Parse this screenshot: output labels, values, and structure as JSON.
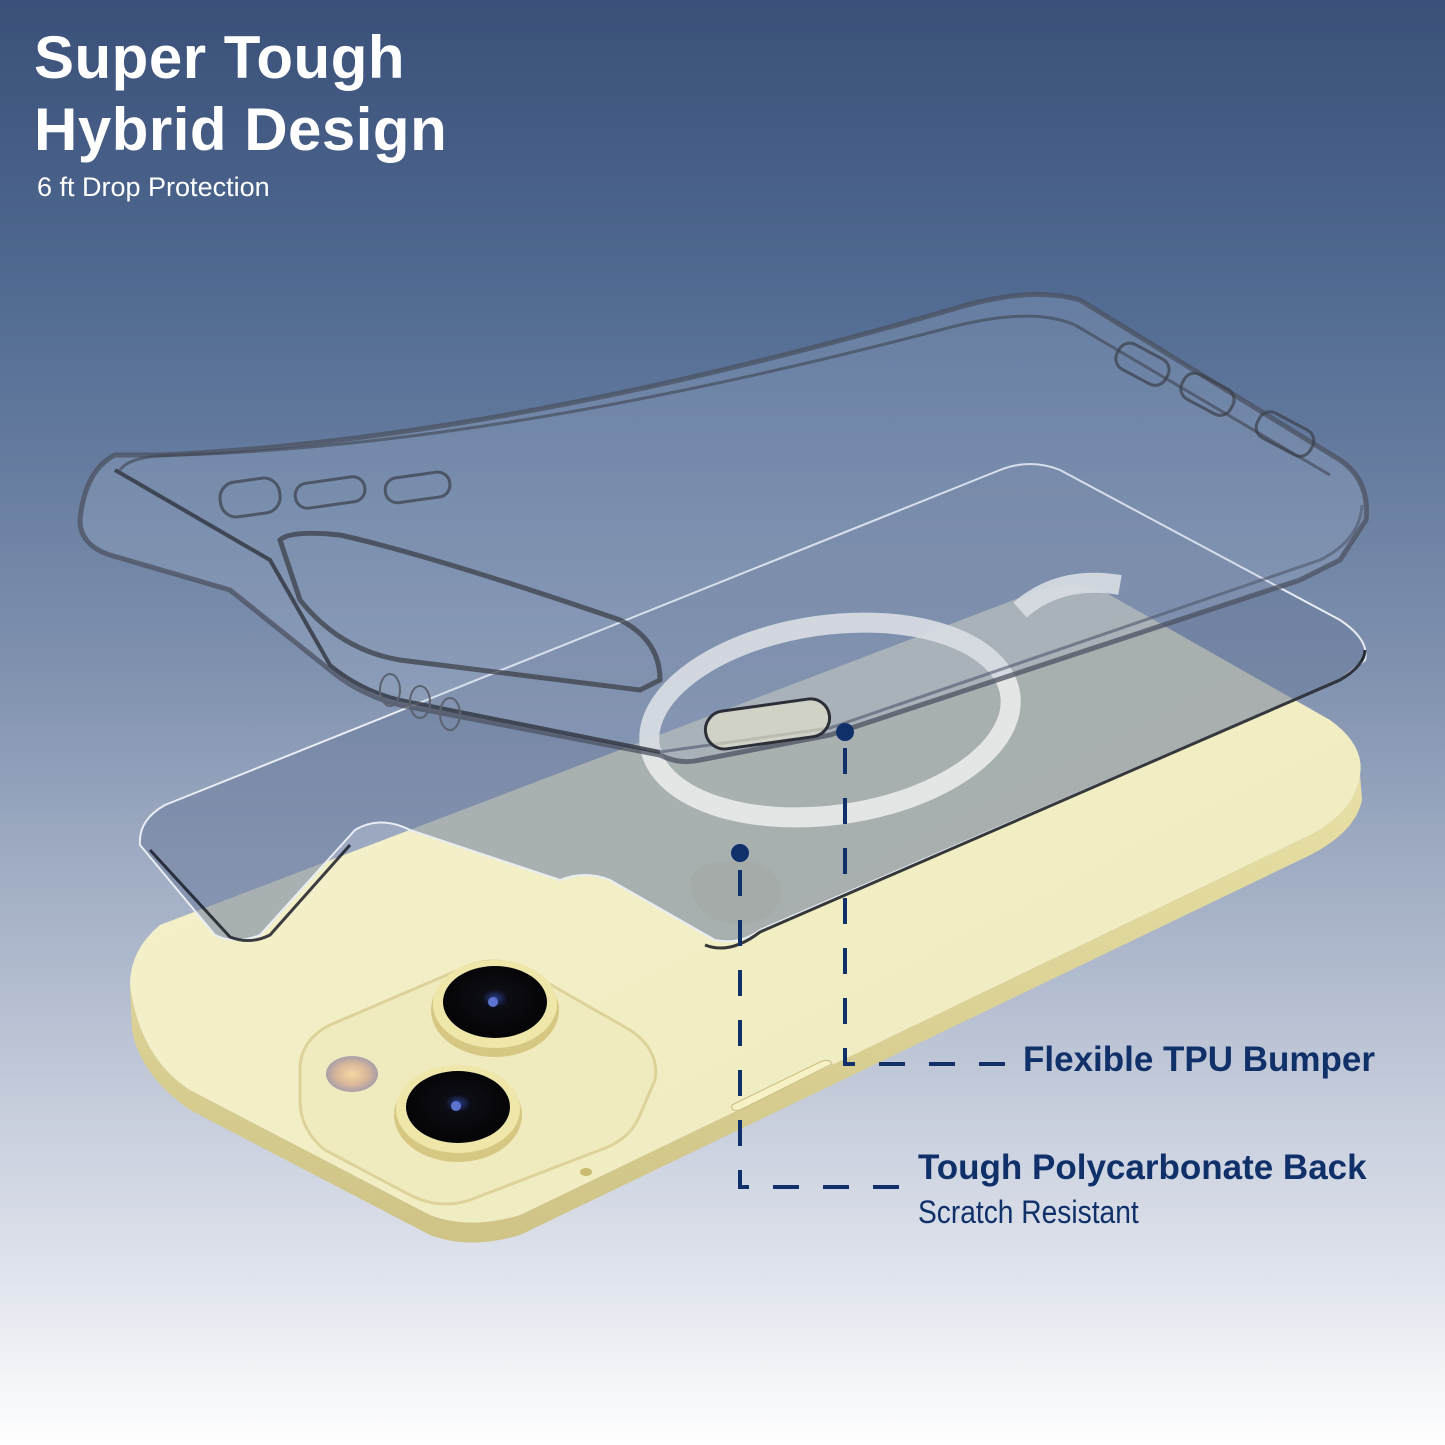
{
  "headline": {
    "line1": "Super Tough",
    "line2": "Hybrid Design",
    "subtitle": "6 ft Drop Protection"
  },
  "callouts": [
    {
      "title": "Flexible TPU Bumper",
      "subtitle": ""
    },
    {
      "title": "Tough Polycarbonate Back",
      "subtitle": "Scratch Resistant"
    }
  ],
  "colors": {
    "accent_navy": "#10306a",
    "phone_yellow": "#f2efc4",
    "background_top": "#3a5079",
    "background_bottom": "#ffffff"
  },
  "product": {
    "phone_color": "yellow",
    "camera_count": 2,
    "layers": [
      "tpu-bumper",
      "polycarbonate-back",
      "phone"
    ]
  }
}
